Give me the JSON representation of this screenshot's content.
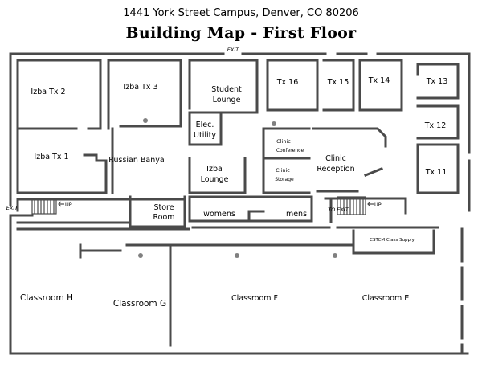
{
  "header": {
    "address": "1441 York Street Campus, Denver, CO 80206",
    "title": "Building Map - First Floor"
  },
  "rooms": {
    "izba_tx_2": "Izba Tx 2",
    "izba_tx_3": "Izba Tx 3",
    "izba_tx_1": "Izba Tx 1",
    "russian_banya": "Russian Banya",
    "student_lounge_1": "Student",
    "student_lounge_2": "Lounge",
    "elec_utility_1": "Elec.",
    "elec_utility_2": "Utility",
    "izba_lounge_1": "Izba",
    "izba_lounge_2": "Lounge",
    "tx_16": "Tx 16",
    "tx_15": "Tx 15",
    "tx_14": "Tx 14",
    "tx_13": "Tx 13",
    "tx_12": "Tx 12",
    "tx_11": "Tx 11",
    "clinic_conference_1": "Clinic",
    "clinic_conference_2": "Conference",
    "clinic_storage_1": "Clinic",
    "clinic_storage_2": "Storage",
    "clinic_reception_1": "Clinic",
    "clinic_reception_2": "Reception",
    "store_room_1": "Store",
    "store_room_2": "Room",
    "womens": "womens",
    "mens": "mens",
    "cstcm_class_supply": "CSTCM Class Supply",
    "classroom_h": "Classroom H",
    "classroom_g": "Classroom G",
    "classroom_f": "Classroom F",
    "classroom_e": "Classroom E"
  },
  "markers": {
    "exit_top": "EXIT",
    "exit_left": "EXIT",
    "to_exit": "TO EXIT",
    "up_left": "UP",
    "up_right": "UP"
  }
}
